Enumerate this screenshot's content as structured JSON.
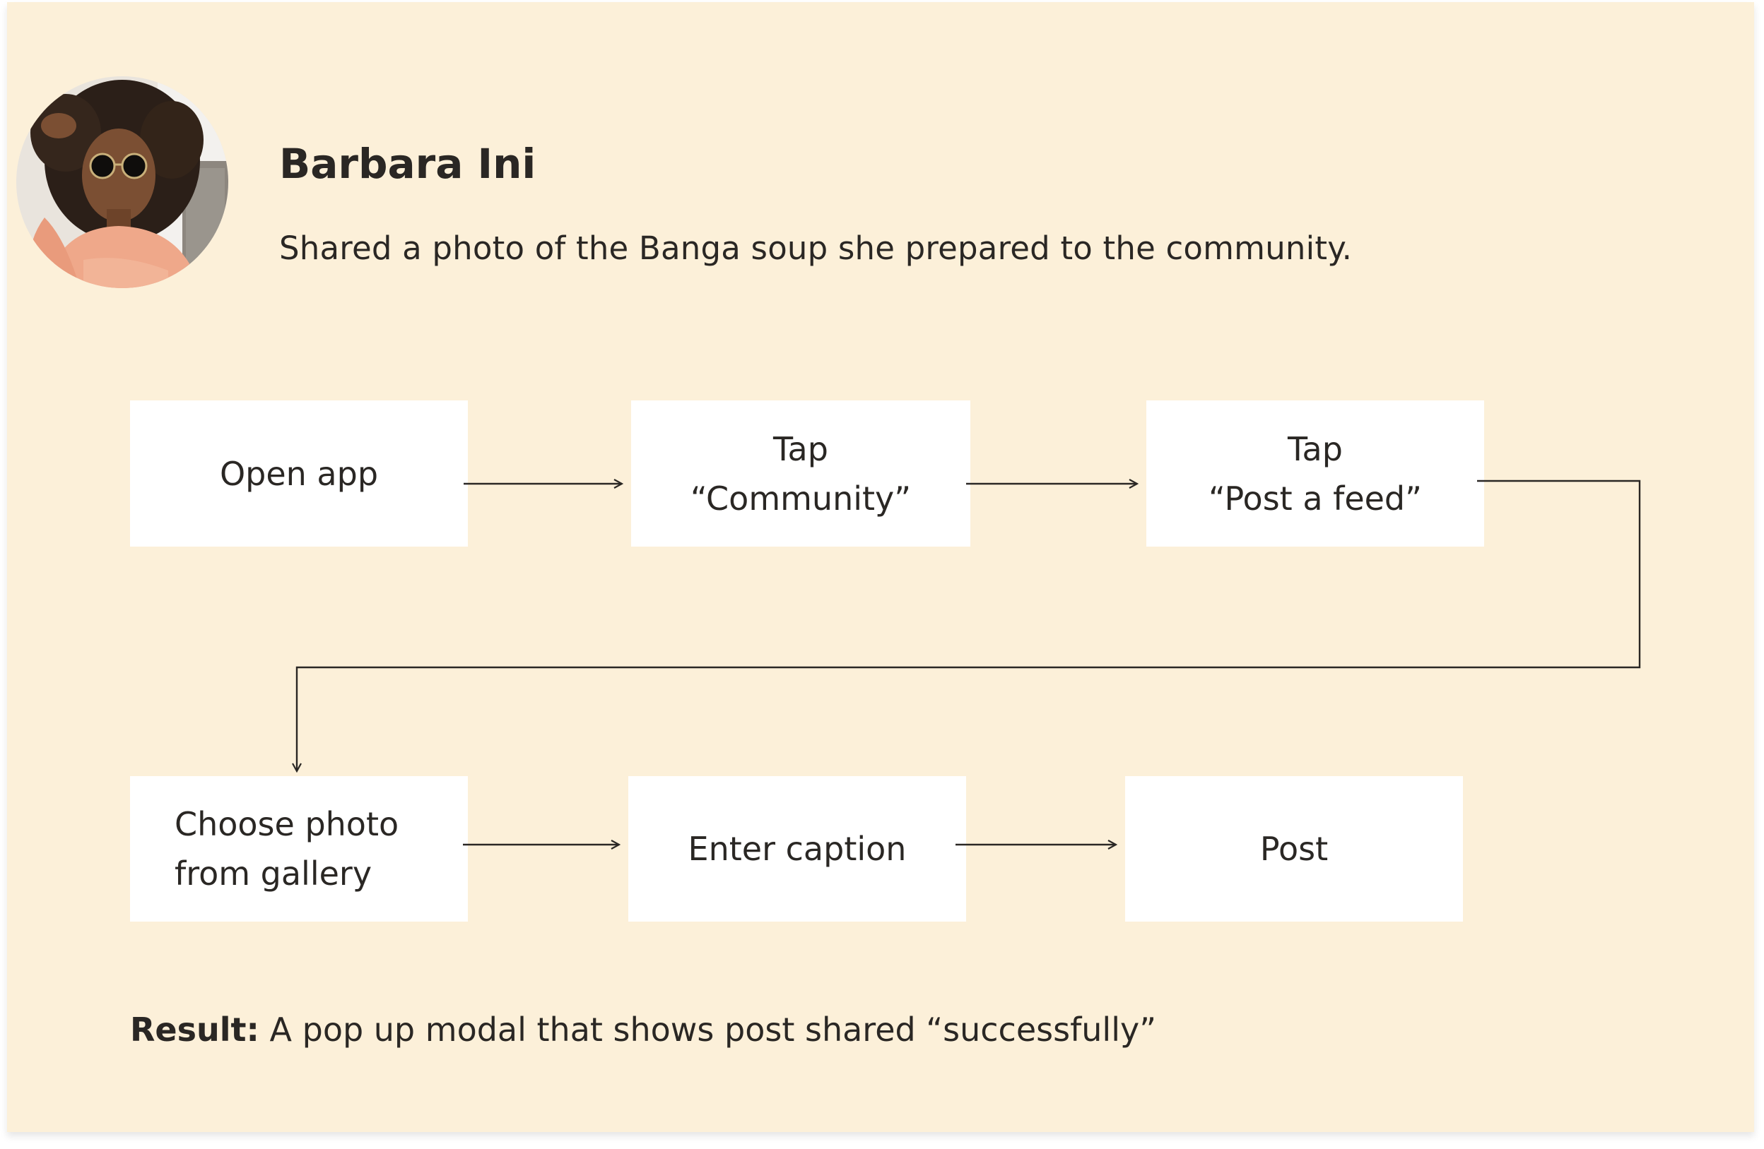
{
  "persona": {
    "name": "Barbara Ini",
    "description": "Shared a photo of the Banga soup she prepared to the community."
  },
  "flow": {
    "steps": [
      {
        "label": "Open app"
      },
      {
        "label": "Tap\n“Community”"
      },
      {
        "label": "Tap\n“Post a feed”"
      },
      {
        "label": "Choose photo\nfrom gallery"
      },
      {
        "label": "Enter caption"
      },
      {
        "label": "Post"
      }
    ]
  },
  "result": {
    "prefix": "Result:",
    "text": " A pop up modal that shows post shared “successfully”"
  },
  "colors": {
    "card_background": "#fcf0d9",
    "box_background": "#ffffff",
    "text": "#2a2724",
    "connector": "#2a2724"
  }
}
